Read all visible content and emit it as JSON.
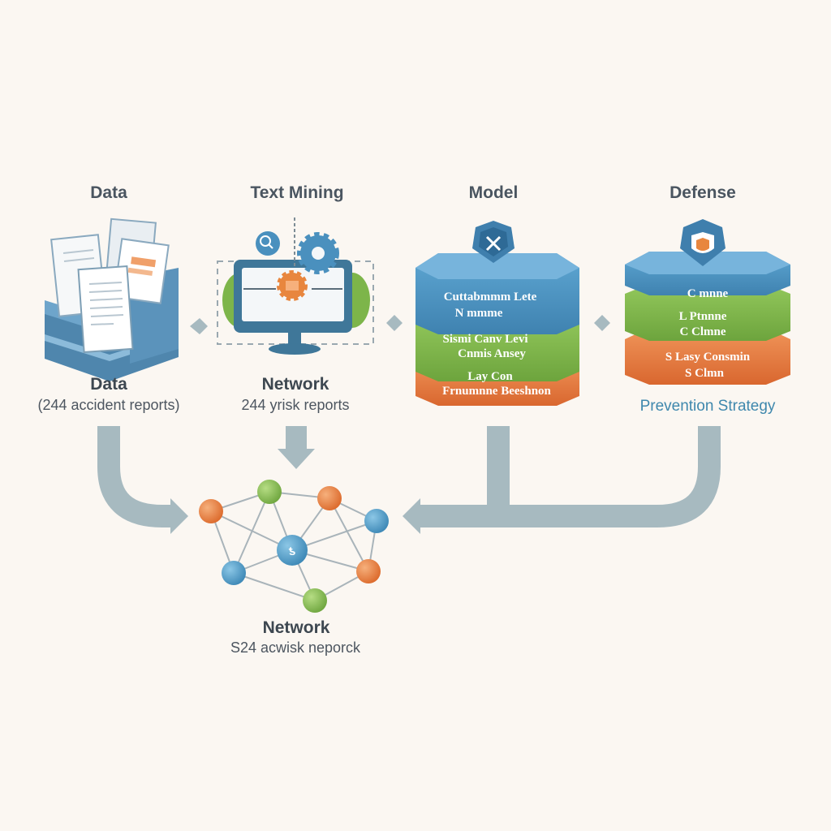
{
  "stages": [
    {
      "title": "Data",
      "label": "Data",
      "caption": "(244 accident reports)"
    },
    {
      "title": "Text Mining",
      "label": "Network",
      "caption": "244 yrisk reports"
    },
    {
      "title": "Model",
      "layers": [
        "Cuttabmmm Lete",
        "N mmme",
        "Sismi Canv Levi",
        "Cnmis Ansey",
        "Lay Con",
        "Frnumnne Beeshnon"
      ]
    },
    {
      "title": "Defense",
      "layers": [
        "C mnne",
        "L Ptnnne",
        "C Clmne",
        "S Lasy Consmin",
        "S Clmn"
      ],
      "caption": "Prevention Strategy"
    }
  ],
  "network": {
    "label": "Network",
    "caption": "S24 acwisk neporck",
    "hub_label": "ƾ"
  },
  "icons": [
    "document-stack-icon",
    "server-icon",
    "monitor-icon",
    "gear-icon",
    "magnifier-icon",
    "shield-icon",
    "node-network-icon"
  ],
  "colors": {
    "blue": "#4a90be",
    "green": "#7db54a",
    "orange": "#e8863e",
    "connector": "#a7bac0",
    "background": "#fbf7f2"
  }
}
